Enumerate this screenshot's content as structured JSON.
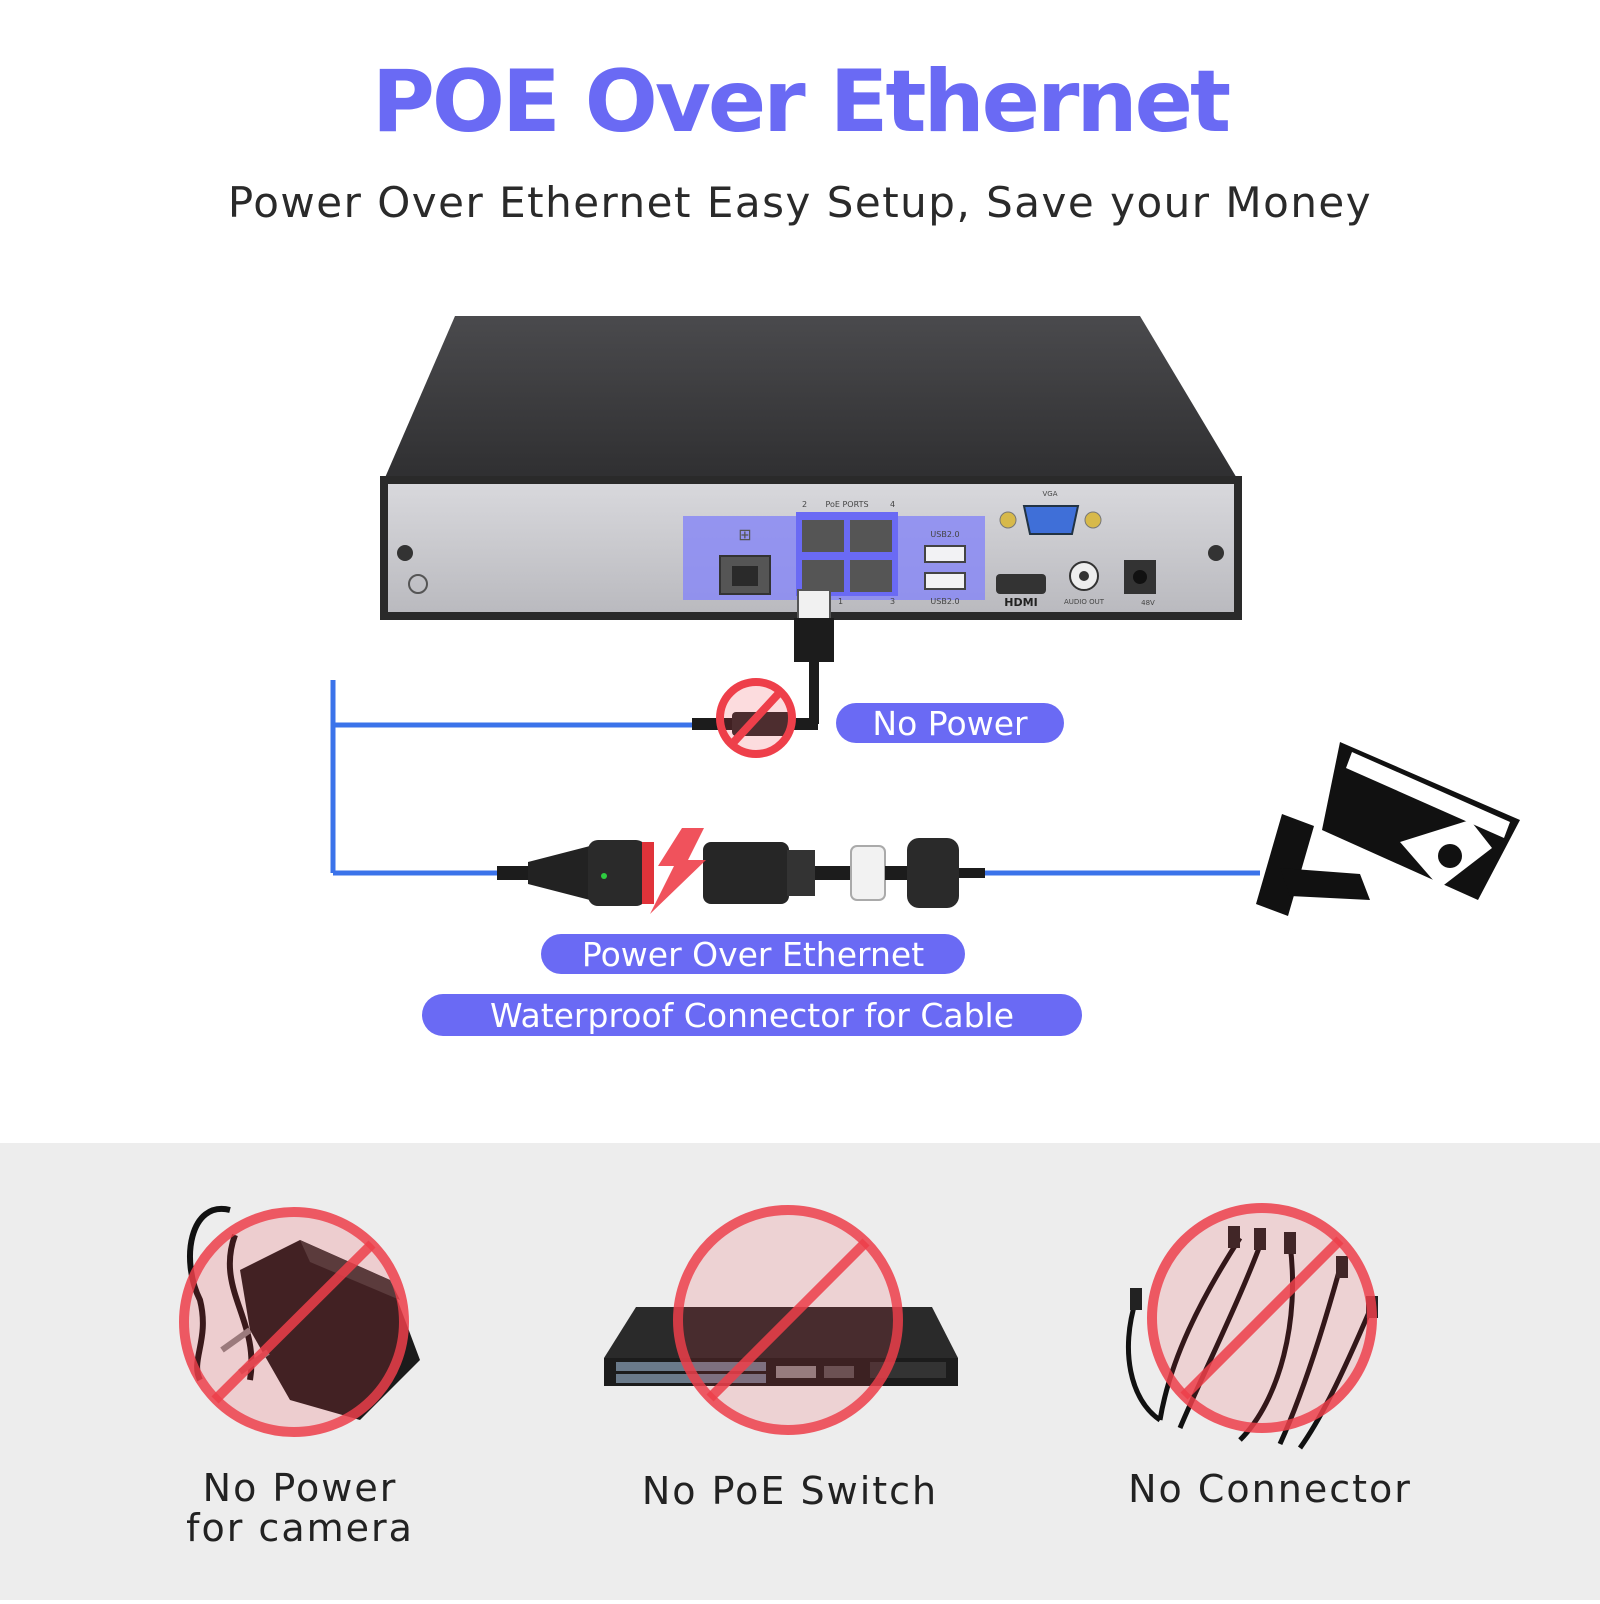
{
  "title": "POE Over Ethernet",
  "subtitle": "Power Over Ethernet Easy Setup, Save your Money",
  "nvr": {
    "port_labels": {
      "poe_ports": "PoE  PORTS",
      "port_2": "2",
      "port_4": "4",
      "port_1": "1",
      "port_3": "3",
      "vga": "VGA",
      "usb_top": "USB2.0",
      "usb_bottom": "USB2.0",
      "hdmi": "HDMI",
      "audio_out": "AUDIO OUT",
      "power": "48V"
    }
  },
  "labels": {
    "no_power": "No Power",
    "poe": "Power Over Ethernet",
    "waterproof": "Waterproof Connector for Cable"
  },
  "colors": {
    "accent": "#6a6af4",
    "cable_blue": "#3b73ea",
    "prohibit_red": "#ee3f4a",
    "nvr_body": "#3d3d3f",
    "panel_gray": "#ededed"
  },
  "bottom_items": [
    {
      "line1": "No Power",
      "line2": "for camera"
    },
    {
      "line1": "No PoE Switch"
    },
    {
      "line1": "No Connector"
    }
  ]
}
